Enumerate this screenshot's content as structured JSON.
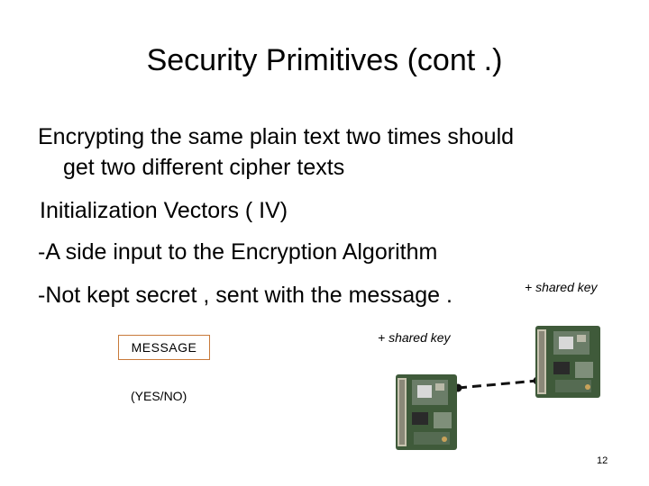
{
  "slide": {
    "title": "Security Primitives (cont .)",
    "lines": [
      "Encrypting the same plain text two times should",
      "get two different cipher texts",
      " Initialization Vectors ( IV)",
      "-A side input to the Encryption Algorithm",
      "-Not kept secret , sent with the message ."
    ],
    "shared_key_top": "+ shared key",
    "shared_key_mid": "+ shared key",
    "message_label": "MESSAGE",
    "yesno_label": "(YES/NO)",
    "page_number": "12"
  },
  "colors": {
    "message_border": "#c87a3a",
    "board_green": "#3f5a3a",
    "link_line": "#111111"
  },
  "icons": [
    "sensor-node-icon",
    "sensor-node-icon"
  ]
}
